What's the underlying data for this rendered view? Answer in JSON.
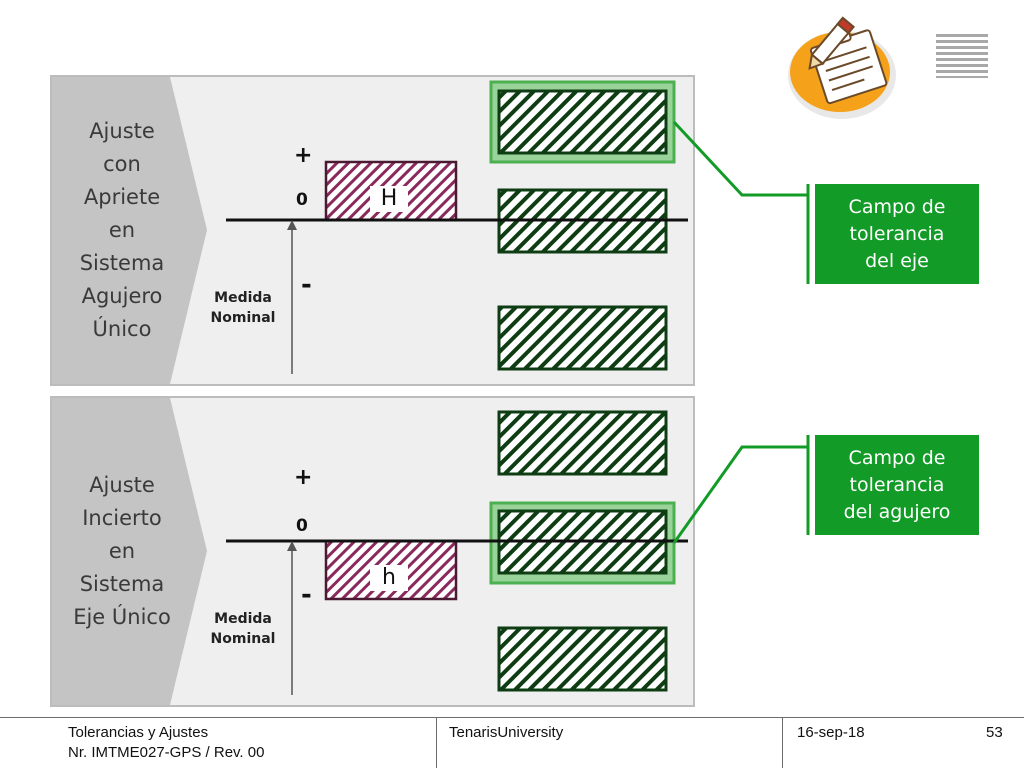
{
  "panels": [
    {
      "label": "Ajuste\ncon\nApriete\nen\nSistema\nAgujero\nÚnico",
      "plus": "+",
      "zero": "0",
      "minus": "-",
      "medida": "Medida\nNominal",
      "letter": "H"
    },
    {
      "label": "Ajuste\nIncierto\nen\nSistema\nEje Único",
      "plus": "+",
      "zero": "0",
      "minus": "-",
      "medida": "Medida\nNominal",
      "letter": "h"
    }
  ],
  "callouts": [
    "Campo de\ntolerancia\ndel eje",
    "Campo de\ntolerancia\ndel agujero"
  ],
  "footer": {
    "title_line1": "Tolerancias y Ajustes",
    "title_line2": "Nr. IMTME027-GPS / Rev. 00",
    "org": "TenarisUniversity",
    "date": "16-sep-18",
    "page": "53"
  },
  "icons": [
    "clipboard-pencil-icon",
    "menu-lines-icon"
  ],
  "colors": {
    "callout_green": "#139b27",
    "hatch_green": "#0e3d14",
    "hatch_magenta": "#8a2a5c",
    "highlight_green": "#4caf50",
    "arrow_gray": "#c4c4c4"
  }
}
